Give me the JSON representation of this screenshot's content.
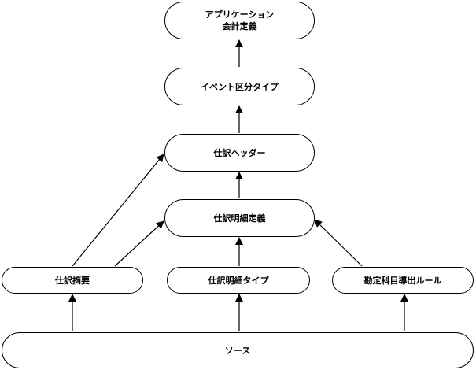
{
  "nodes": {
    "app_accounting_def": {
      "line1": "アプリケーション",
      "line2": "会計定義"
    },
    "event_class_type": {
      "label": "イベント区分タイプ"
    },
    "journal_header": {
      "label": "仕訳ヘッダー"
    },
    "journal_line_def": {
      "label": "仕訳明細定義"
    },
    "journal_description": {
      "label": "仕訳摘要"
    },
    "journal_line_type": {
      "label": "仕訳明細タイプ"
    },
    "account_derivation_rule": {
      "label": "勘定科目導出ルール"
    },
    "source": {
      "label": "ソース"
    }
  },
  "colors": {
    "stroke": "#000000",
    "fill": "#ffffff"
  }
}
